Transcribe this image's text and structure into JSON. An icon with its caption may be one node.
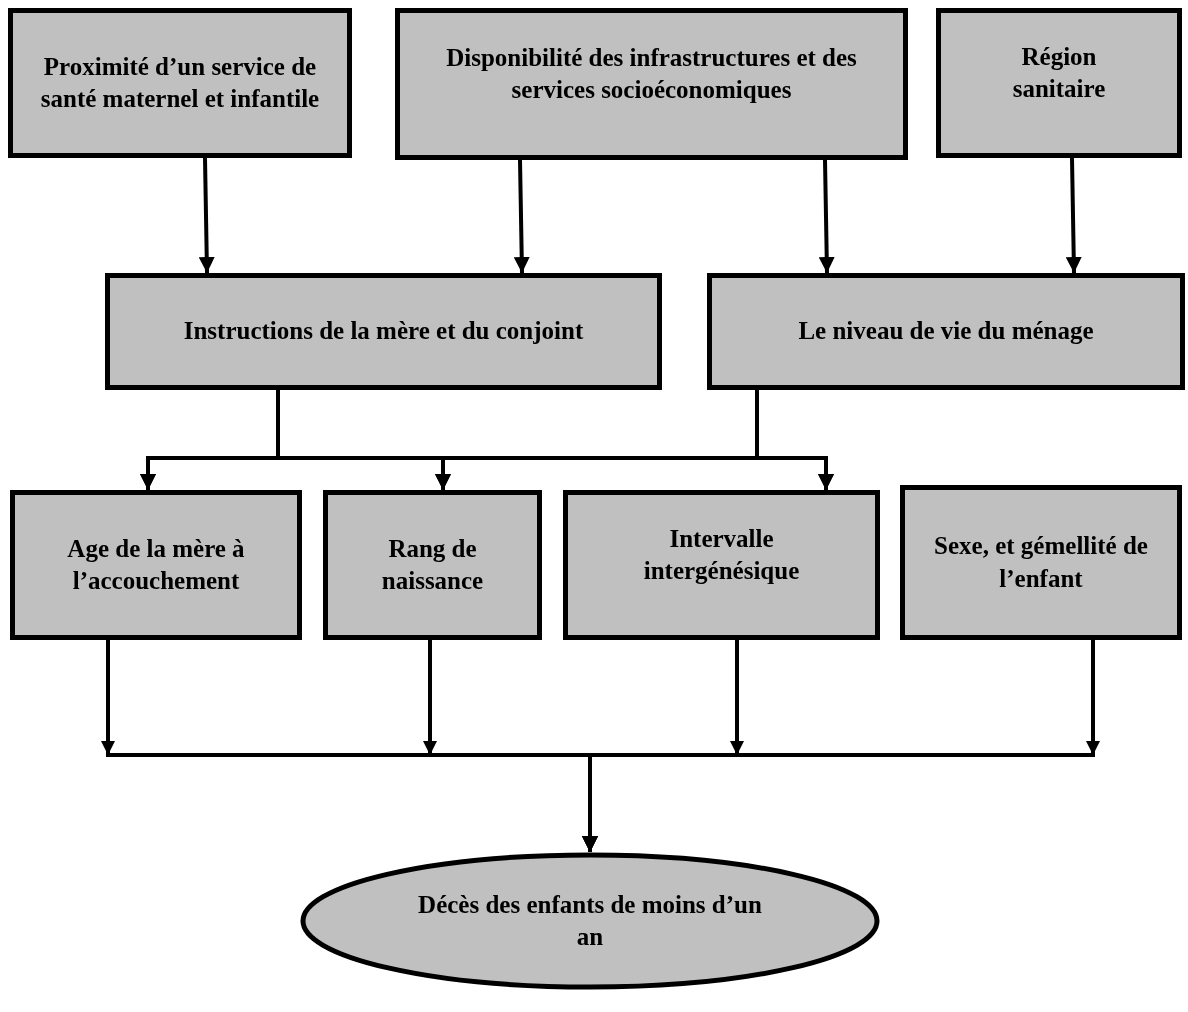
{
  "diagram": {
    "nodes": [
      {
        "text": [
          "Proximité d’un service de santé maternel et infantile"
        ]
      },
      {
        "text": [
          "Disponibilité des infrastructures et des services socioéconomiques"
        ]
      },
      {
        "text": [
          "Région sanitaire"
        ]
      },
      {
        "text": [
          "Instructions de la mère et du conjoint"
        ]
      },
      {
        "text": [
          "Le niveau de vie du ménage"
        ]
      },
      {
        "text": [
          "Age de la mère à l’accouchement"
        ]
      },
      {
        "text": [
          "Rang de naissance"
        ]
      },
      {
        "text": [
          "Intervalle intergénésique"
        ]
      },
      {
        "text": [
          "Sexe,  et gémellité de l’enfant"
        ]
      },
      {
        "text": [
          "Décès des enfants de moins d’un an"
        ]
      }
    ],
    "edges": [
      {
        "from": 0,
        "to": 3,
        "arrow": "to"
      },
      {
        "from": 1,
        "to": 3,
        "arrow": "to"
      },
      {
        "from": 1,
        "to": 4,
        "arrow": "to"
      },
      {
        "from": 2,
        "to": 4,
        "arrow": "to"
      },
      {
        "from": 3,
        "to": 5,
        "arrow": "to"
      },
      {
        "from": 3,
        "to": 6,
        "arrow": "to"
      },
      {
        "from": 3,
        "to": 7,
        "arrow": "to"
      },
      {
        "from": 4,
        "to": 5,
        "arrow": "to"
      },
      {
        "from": 4,
        "to": 6,
        "arrow": "to"
      },
      {
        "from": 4,
        "to": 7,
        "arrow": "to"
      },
      {
        "from": 5,
        "to": 9,
        "arrow": "to"
      },
      {
        "from": 6,
        "to": 9,
        "arrow": "to"
      },
      {
        "from": 7,
        "to": 9,
        "arrow": "to"
      },
      {
        "from": 8,
        "to": 9,
        "arrow": "to"
      }
    ]
  }
}
